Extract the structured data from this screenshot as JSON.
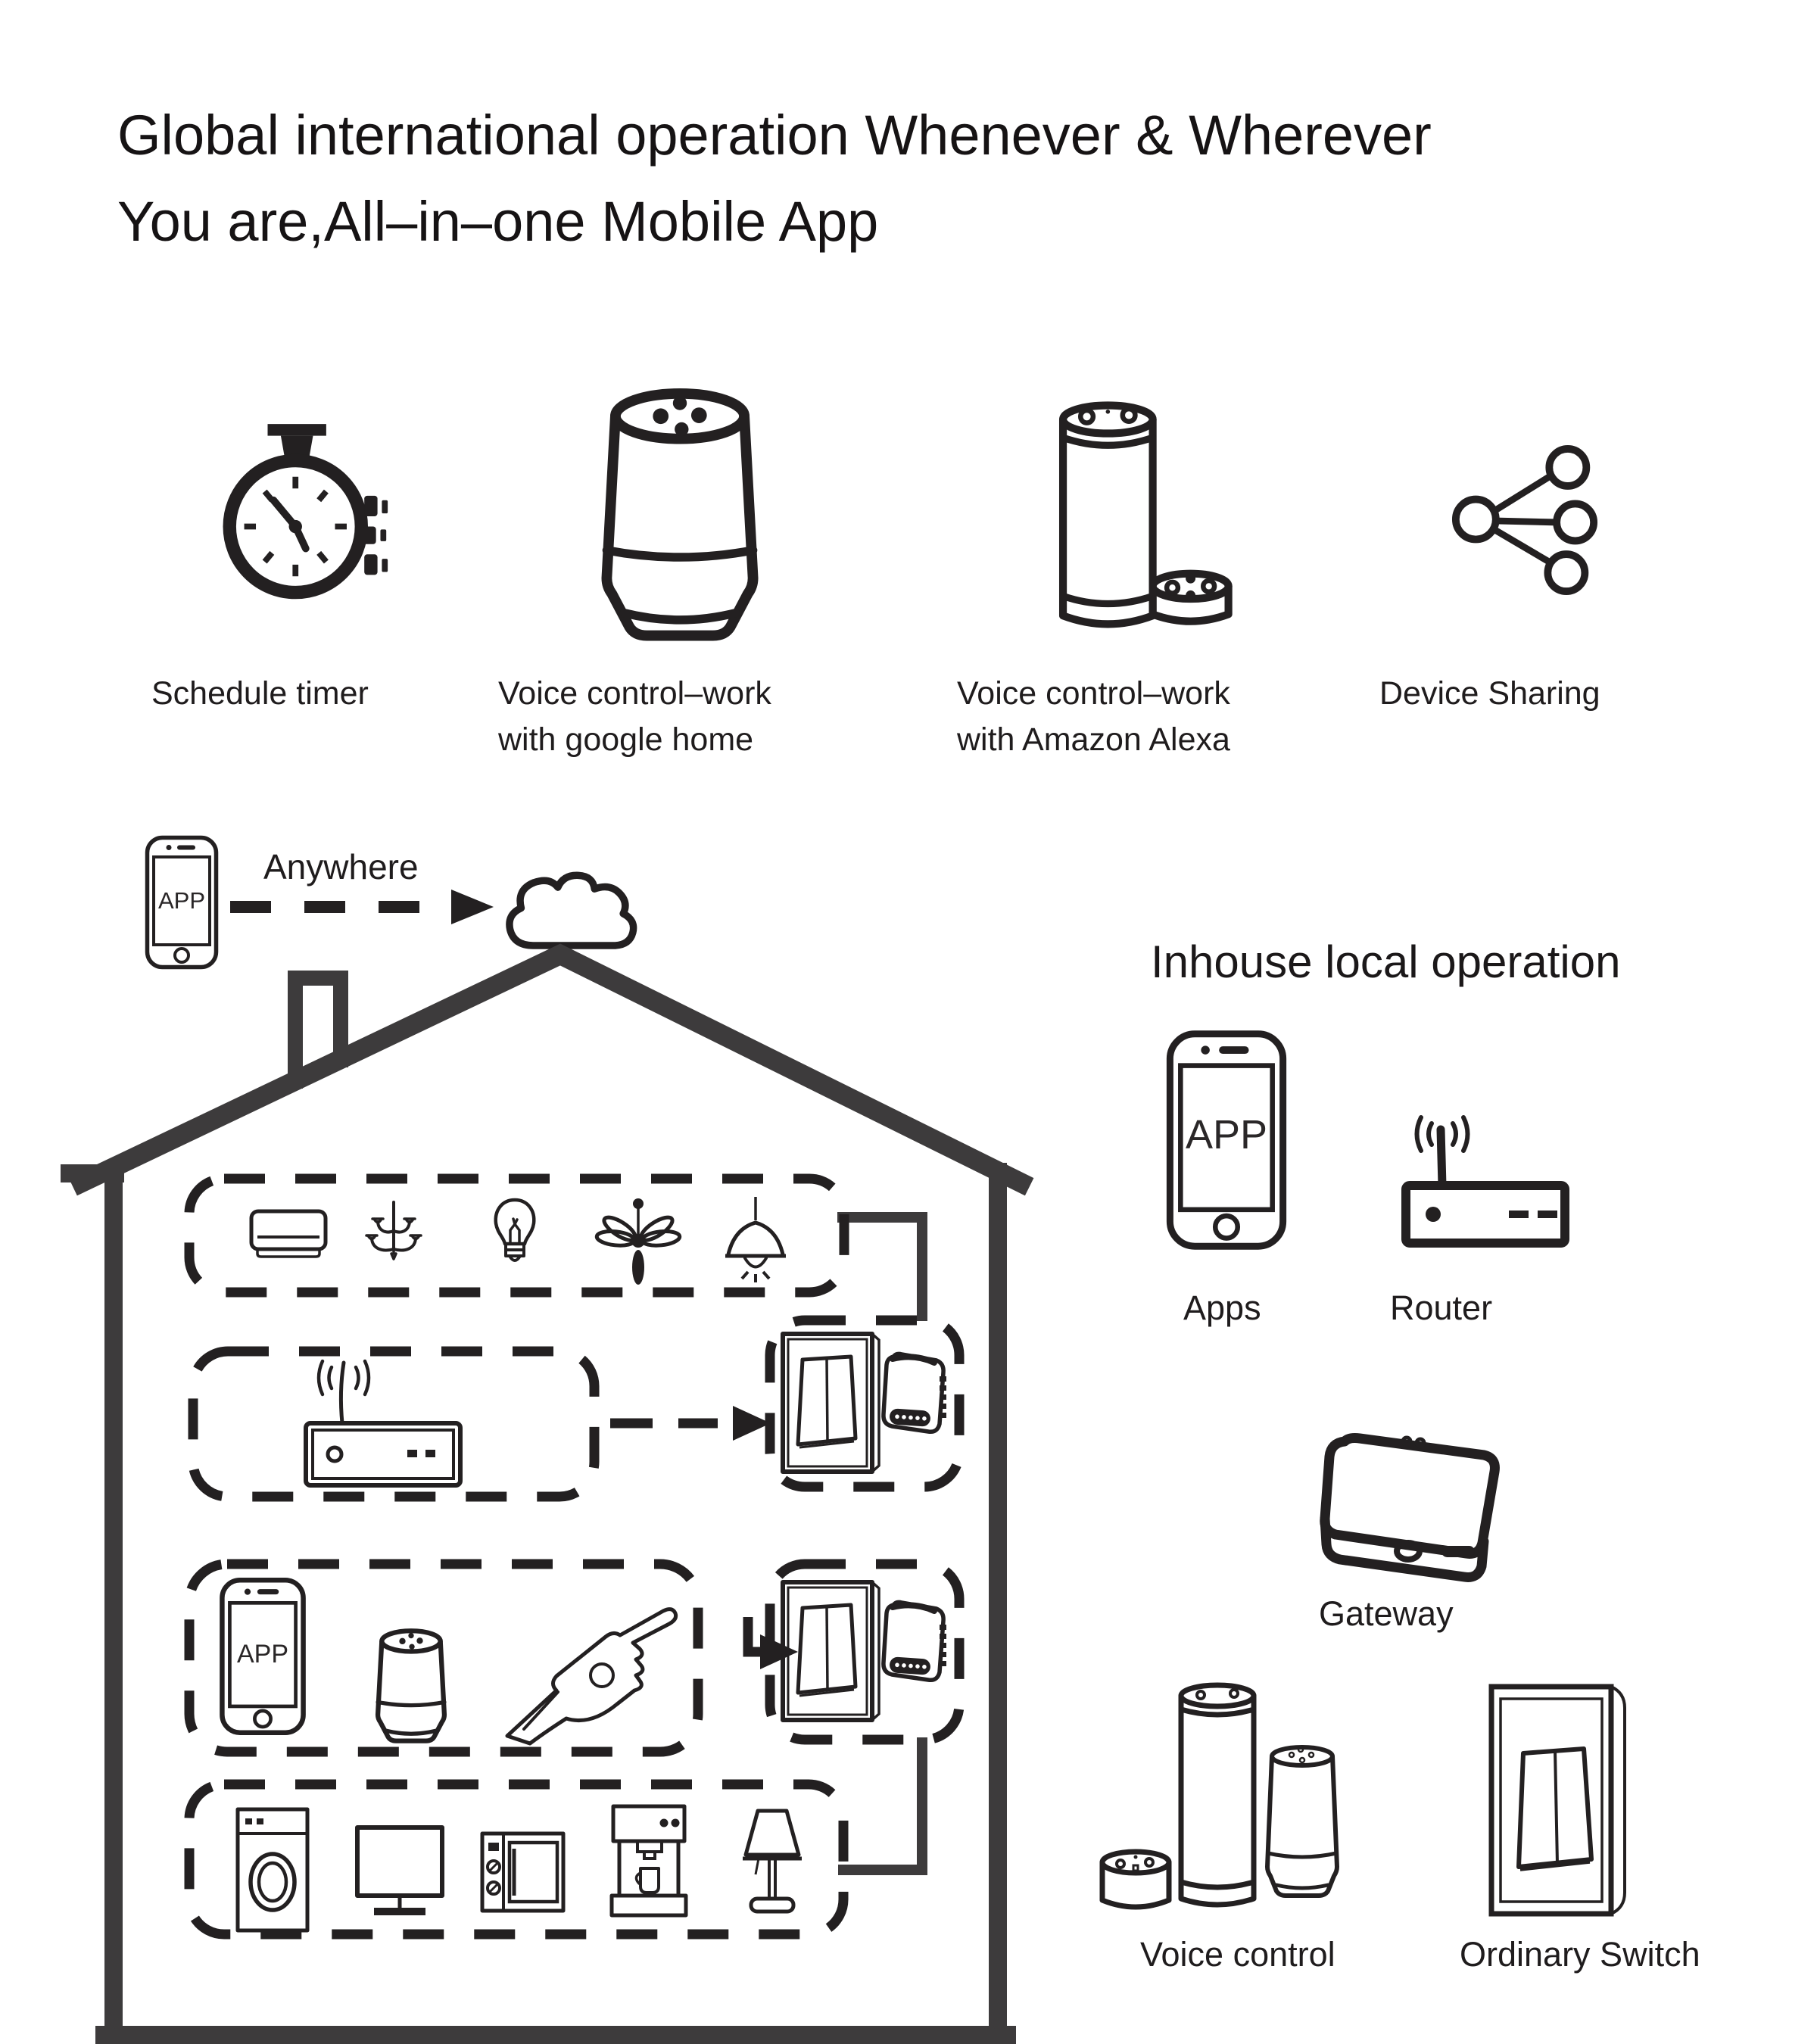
{
  "title": {
    "line1": "Global international operation Whenever & Wherever",
    "line2": "You are,All–in–one Mobile App"
  },
  "features": [
    {
      "label1": "Schedule timer",
      "label2": ""
    },
    {
      "label1": "Voice control–work",
      "label2": "with google home"
    },
    {
      "label1": "Voice control–work",
      "label2": "with Amazon Alexa"
    },
    {
      "label1": "Device Sharing",
      "label2": ""
    }
  ],
  "remote": {
    "phone_label": "APP",
    "anywhere": "Anywhere"
  },
  "house": {
    "phone_label": "APP"
  },
  "local": {
    "title": "Inhouse local operation",
    "phone_label": "APP",
    "apps": "Apps",
    "router": "Router",
    "gateway": "Gateway",
    "voice": "Voice control",
    "ordinary": "Ordinary Switch"
  },
  "colors": {
    "ink": "#232021",
    "wall": "#3d3b3c"
  }
}
